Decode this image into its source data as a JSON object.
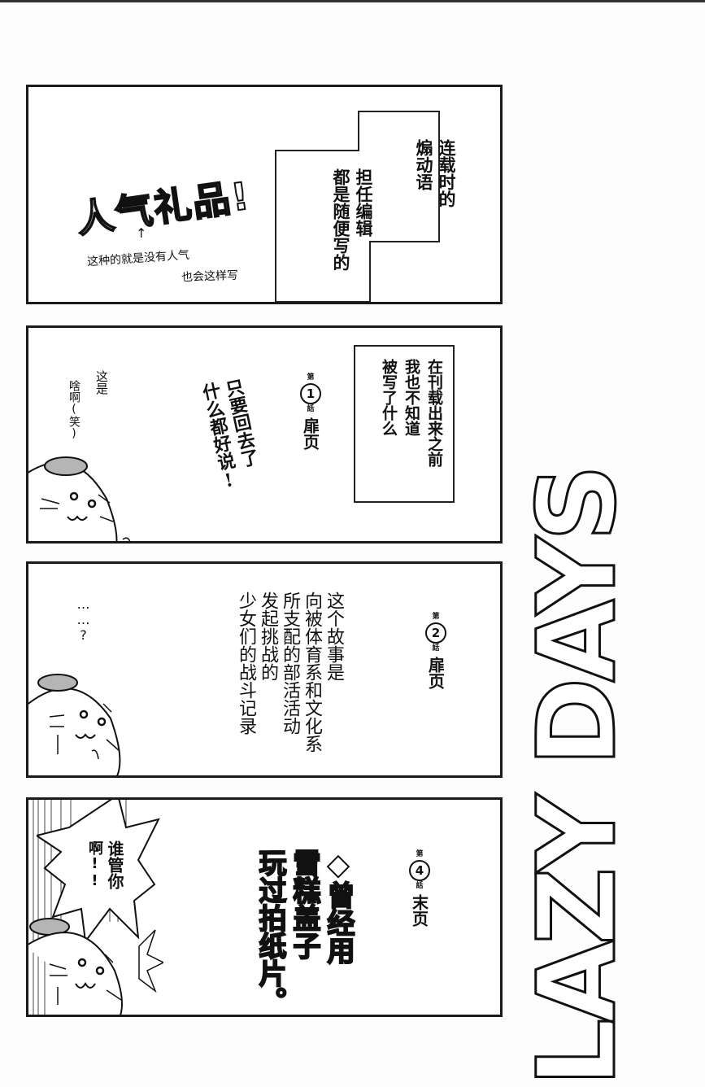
{
  "page": {
    "logo_text": "LAZY DAYS"
  },
  "panel1": {
    "big_title": "人气礼品!",
    "arrow_glyph": "↑",
    "note_line1": "这种的就是没有人气",
    "note_line2": "也会这样写",
    "box_col1": "连载时的",
    "box_col2": "煽动语",
    "box_col3": "担任编辑",
    "box_col4": "都是随便写的"
  },
  "panel2": {
    "box_col1": "在刊载出来之前",
    "box_col2": "我也不知道",
    "box_col3": "被写了什么",
    "chapter": {
      "prefix": "第",
      "number": "1",
      "suffix": "話",
      "kind": "扉页"
    },
    "slogan_col1": "只要回去了",
    "slogan_col2": "什么都好说!",
    "seal_col1": "这是",
    "seal_col2": "啥啊(笑)"
  },
  "panel3": {
    "chapter": {
      "prefix": "第",
      "number": "2",
      "suffix": "話",
      "kind": "扉页"
    },
    "text_cols": [
      "这个故事是",
      "向被体育系和文化系",
      "所支配的部活活动",
      "发起挑战的",
      "少女们的战斗记录"
    ],
    "seal_text": "……?"
  },
  "panel4": {
    "chapter": {
      "prefix": "第",
      "number": "4",
      "suffix": "話",
      "kind": "末页"
    },
    "slogan_cols": [
      "◆曾经用",
      "雪糕盖子",
      "玩过拍纸片。"
    ],
    "bubble_col1": "谁管你",
    "bubble_col2": "啊!!"
  }
}
